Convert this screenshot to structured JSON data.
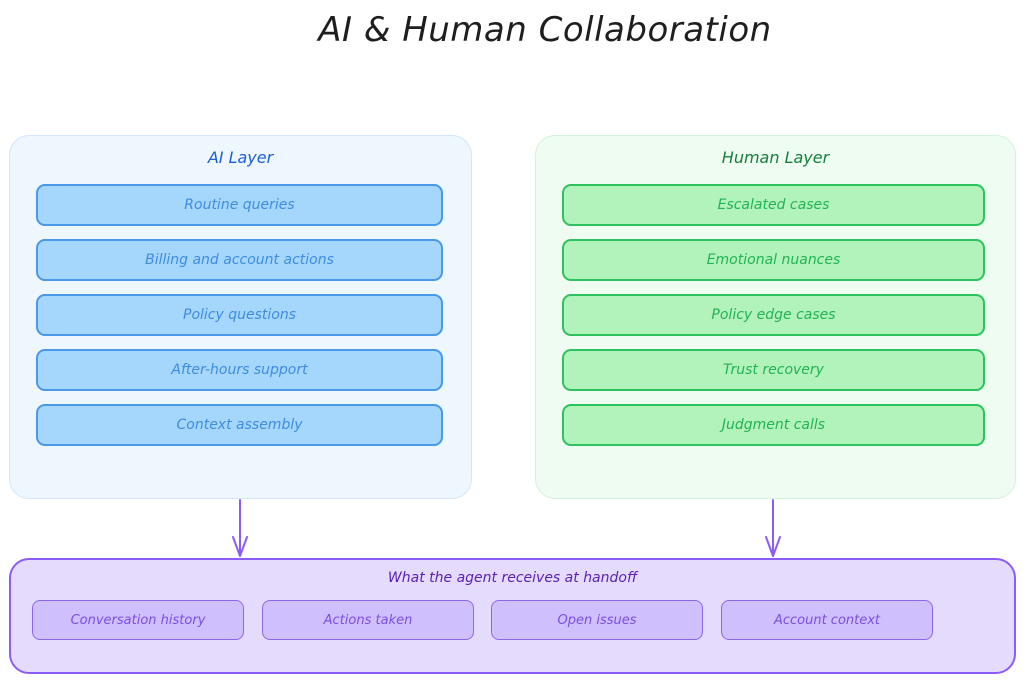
{
  "title": "AI & Human Collaboration",
  "ai_layer": {
    "title": "AI Layer",
    "items": [
      {
        "label": "Routine queries"
      },
      {
        "label": "Billing and account actions"
      },
      {
        "label": "Policy questions"
      },
      {
        "label": "After-hours support"
      },
      {
        "label": "Context assembly"
      }
    ],
    "colors": {
      "fill": "#a5d6fc",
      "stroke": "#4a98e8",
      "title": "#1e5fd8"
    }
  },
  "human_layer": {
    "title": "Human Layer",
    "items": [
      {
        "label": "Escalated cases"
      },
      {
        "label": "Emotional nuances"
      },
      {
        "label": "Policy edge cases"
      },
      {
        "label": "Trust recovery"
      },
      {
        "label": "Judgment calls"
      }
    ],
    "colors": {
      "fill": "#b2f2bb",
      "stroke": "#2cc25e",
      "title": "#15803d"
    }
  },
  "handoff": {
    "title": "What the agent receives at handoff",
    "items": [
      {
        "label": "Conversation history"
      },
      {
        "label": "Actions taken"
      },
      {
        "label": "Open issues"
      },
      {
        "label": "Account context"
      }
    ],
    "colors": {
      "fill": "#e5dbfd",
      "stroke": "#8b5cf6",
      "title": "#5b21b6"
    }
  },
  "connectors": [
    {
      "from": "AI Layer",
      "to": "What the agent receives at handoff"
    },
    {
      "from": "Human Layer",
      "to": "What the agent receives at handoff"
    }
  ]
}
